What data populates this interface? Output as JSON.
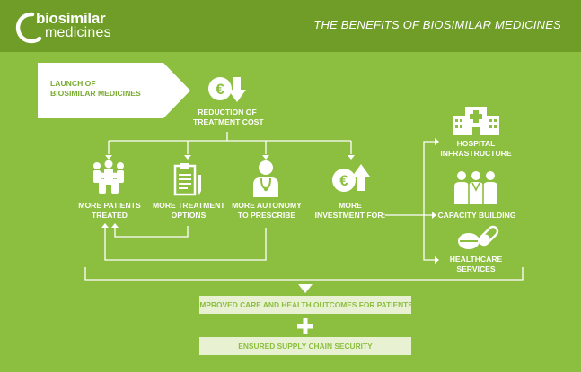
{
  "header": {
    "logo_line1": "biosimilar",
    "logo_line2": "medicines",
    "title": "THE BENEFITS OF BIOSIMILAR MEDICINES"
  },
  "diagram": {
    "launch": "LAUNCH OF\nBIOSIMILAR MEDICINES",
    "reduction": "REDUCTION OF\nTREATMENT COST",
    "patients": "MORE PATIENTS\nTREATED",
    "options": "MORE TREATMENT\nOPTIONS",
    "autonomy": "MORE AUTONOMY\nTO PRESCRIBE",
    "investment": "MORE\nINVESTMENT FOR:",
    "hospital": "HOSPITAL\nINFRASTRUCTURE",
    "capacity": "CAPACITY BUILDING",
    "healthcare": "HEALTHCARE\nSERVICES",
    "outcome1": "IMPROVED CARE AND HEALTH OUTCOMES FOR PATIENTS",
    "outcome2": "ENSURED SUPPLY CHAIN SECURITY"
  },
  "icons": {
    "reduction": "euro-down-icon",
    "patients": "group-icon",
    "options": "clipboard-icon",
    "autonomy": "doctor-icon",
    "investment": "euro-up-icon",
    "hospital": "hospital-icon",
    "capacity": "staff-icon",
    "healthcare": "pills-icon",
    "plus": "plus-icon"
  },
  "colors": {
    "background": "#8cbe3f",
    "header": "#6f9d27",
    "bar": "#e8f2d2",
    "line": "#ffffff"
  }
}
